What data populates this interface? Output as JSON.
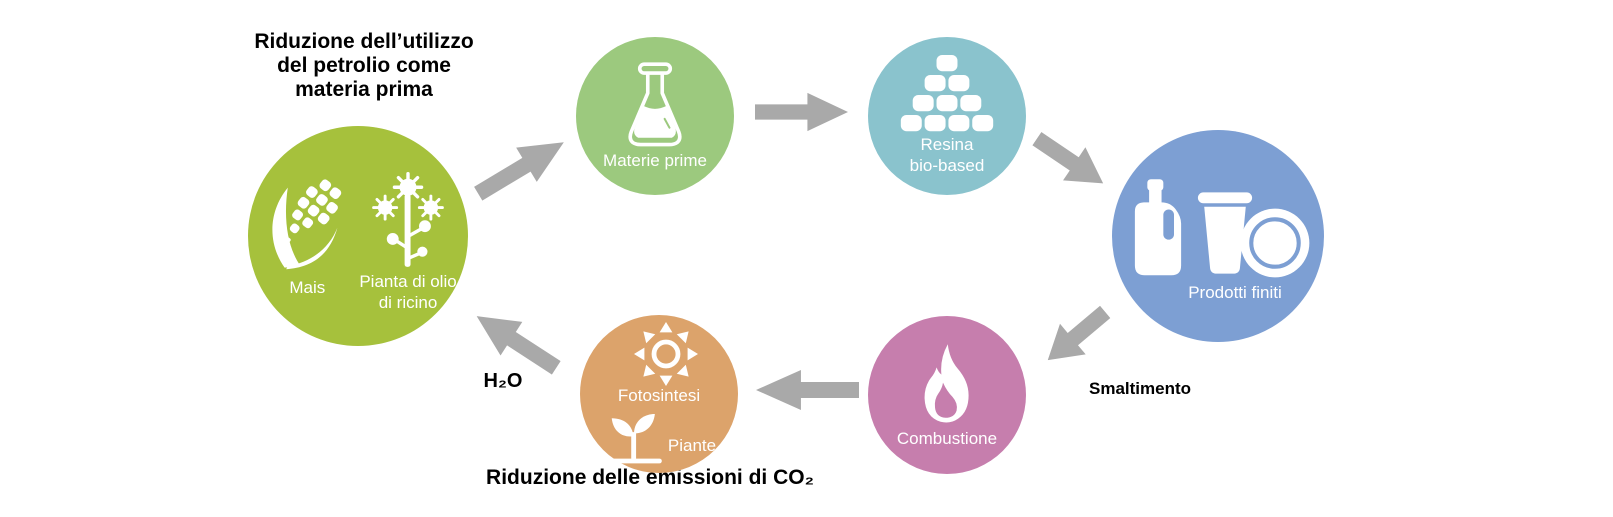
{
  "annotations": {
    "top_left": "Riduzione dell’utilizzo\ndel petrolio come\nmateria prima",
    "h2o": "H₂O",
    "smaltimento": "Smaltimento",
    "bottom": "Riduzione delle emissioni di CO₂"
  },
  "cycle": {
    "arrow_color": "#a9a9a9",
    "nodes": [
      {
        "id": "materie-vegetali",
        "color": "#a6c13c",
        "icons": [
          "corn-icon",
          "castor-oil-plant-icon"
        ],
        "labels": {
          "mais": "Mais",
          "ricino": "Pianta di olio\ndi ricino"
        }
      },
      {
        "id": "materie-prime",
        "color": "#9cc97e",
        "icon": "flask-icon",
        "label": "Materie prime"
      },
      {
        "id": "resina-bio-based",
        "color": "#8ac3cd",
        "icon": "resin-pellets-icon",
        "label": "Resina\nbio-based"
      },
      {
        "id": "prodotti-finiti",
        "color": "#7d9fd3",
        "icons": [
          "jug-icon",
          "cup-icon",
          "plate-icon"
        ],
        "label": "Prodotti finiti"
      },
      {
        "id": "combustione",
        "color": "#c67ead",
        "icon": "flame-icon",
        "label": "Combustione"
      },
      {
        "id": "fotosintesi-piante",
        "color": "#dca36b",
        "icons": [
          "sun-icon",
          "sprout-icon"
        ],
        "labels": {
          "fotosintesi": "Fotosintesi",
          "piante": "Piante"
        }
      }
    ]
  }
}
